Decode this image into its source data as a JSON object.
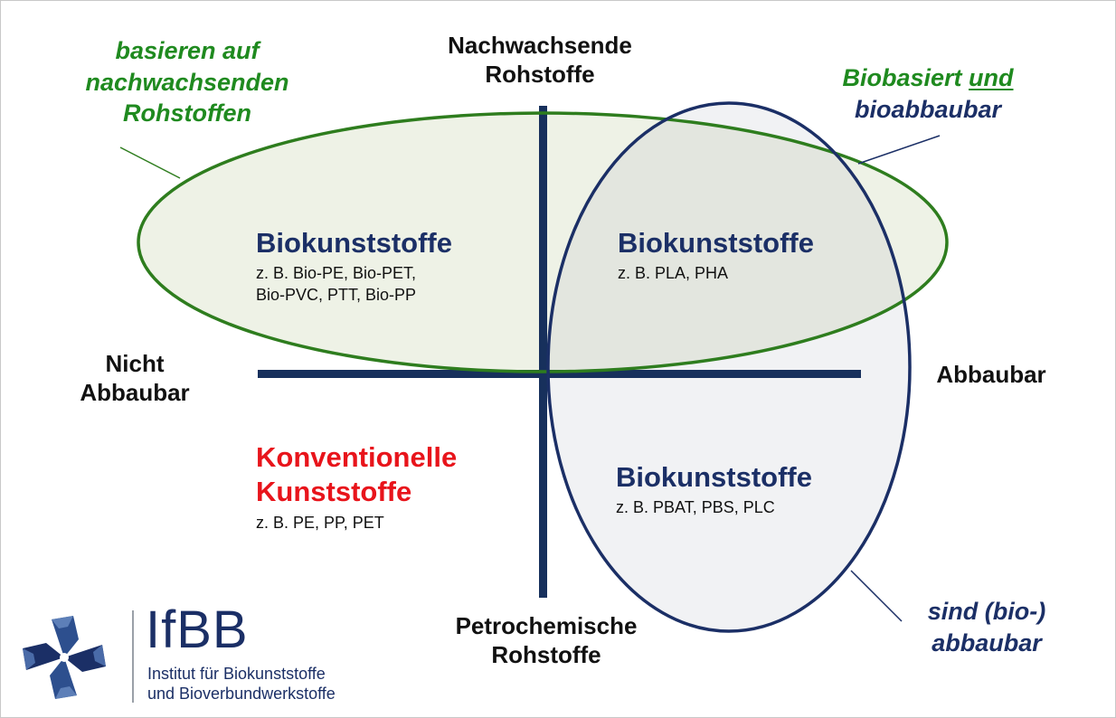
{
  "axes": {
    "top_line1": "Nachwachsende",
    "top_line2": "Rohstoffe",
    "bottom_line1": "Petrochemische",
    "bottom_line2": "Rohstoffe",
    "left_line1": "Nicht",
    "left_line2": "Abbaubar",
    "right": "Abbaubar"
  },
  "annotations": {
    "green_line1": "basieren auf",
    "green_line2": "nachwachsenden",
    "green_line3": "Rohstoffen",
    "overlap_part1": "Biobasiert",
    "overlap_part2": "und",
    "overlap_line2": "bioabbaubar",
    "blue_line1": "sind (bio-)",
    "blue_line2": "abbaubar"
  },
  "regions": {
    "top_left": {
      "title": "Biokunststoffe",
      "example_line1": "z. B. Bio-PE, Bio-PET,",
      "example_line2": "Bio-PVC, PTT, Bio-PP"
    },
    "top_right": {
      "title": "Biokunststoffe",
      "example_line1": "z. B. PLA, PHA"
    },
    "bottom_left": {
      "title_line1": "Konventionelle",
      "title_line2": "Kunststoffe",
      "example_line1": "z. B. PE, PP, PET"
    },
    "bottom_right": {
      "title": "Biokunststoffe",
      "example_line1": "z. B. PBAT, PBS, PLC"
    }
  },
  "logo": {
    "name": "IfBB",
    "line1": "Institut für Biokunststoffe",
    "line2": "und Bioverbundwerkstoffe"
  },
  "colors": {
    "green_ellipse": "#2e7d1e",
    "blue_ellipse": "#1b2f66",
    "axis_lines": "#17305c",
    "title_blue": "#1b2f66",
    "title_red": "#e8141b",
    "note_green": "#1f8a1f"
  }
}
